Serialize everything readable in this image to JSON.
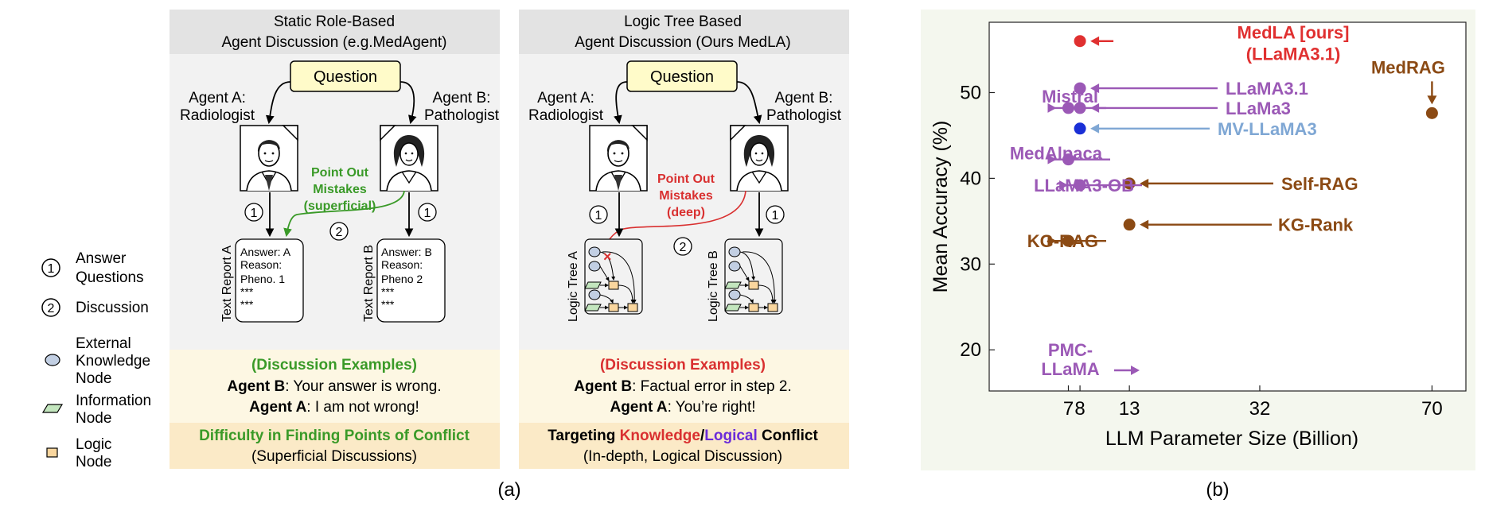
{
  "legend": {
    "answer_num": "1",
    "answer_l1": "Answer",
    "answer_l2": "Questions",
    "discussion_num": "2",
    "discussion_label": "Discussion",
    "ext_l1": "External",
    "ext_l2": "Knowledge",
    "ext_l3": "Node",
    "info_l1": "Information",
    "info_l2": "Node",
    "logic_l1": "Logic",
    "logic_l2": "Node"
  },
  "left_panel": {
    "title_l1": "Static Role-Based",
    "title_l2": "Agent Discussion (e.g.MedAgent)",
    "question": "Question",
    "agent_a_l1": "Agent A:",
    "agent_a_l2": "Radiologist",
    "agent_b_l1": "Agent B:",
    "agent_b_l2": "Pathologist",
    "mistakes_l1": "Point Out",
    "mistakes_l2": "Mistakes",
    "mistakes_l3": "(superficial)",
    "step1": "1",
    "step2": "2",
    "report_a_label": "Text Report A",
    "report_a_lines": [
      "Answer: A",
      "Reason:",
      "Pheno. 1",
      "***",
      "***"
    ],
    "report_b_label": "Text Report B",
    "report_b_lines": [
      "Answer: B",
      "Reason:",
      "Pheno 2",
      "***",
      "***"
    ],
    "examples_title": "(Discussion Examples)",
    "ex1_agent": "Agent B",
    "ex1_text": ": Your answer is wrong.",
    "ex2_agent": "Agent A",
    "ex2_text": ": I am not wrong!",
    "footer_l1": "Difficulty in Finding Points of Conflict",
    "footer_l2": "(Superficial Discussions)"
  },
  "right_panel": {
    "title_l1": "Logic Tree Based",
    "title_l2": "Agent Discussion (Ours MedLA)",
    "question": "Question",
    "agent_a_l1": "Agent A:",
    "agent_a_l2": "Radiologist",
    "agent_b_l1": "Agent B:",
    "agent_b_l2": "Pathologist",
    "mistakes_l1": "Point Out",
    "mistakes_l2": "Mistakes",
    "mistakes_l3": "(deep)",
    "step1": "1",
    "step2": "2",
    "tree_a_label": "Logic Tree A",
    "tree_b_label": "Logic Tree B",
    "examples_title": "(Discussion Examples)",
    "ex1_agent": "Agent B",
    "ex1_text": ": Factual error in step 2.",
    "ex2_agent": "Agent A",
    "ex2_text": ": You’re right!",
    "footer_p1": "Targeting ",
    "footer_p2": "Knowledge",
    "footer_p3": "/",
    "footer_p4": "Logical",
    "footer_p5": " Conflict",
    "footer_l2": "(In-depth, Logical Discussion)"
  },
  "caption_a": "(a)",
  "caption_b": "(b)",
  "chart_data": {
    "type": "scatter",
    "xlabel": "LLM Parameter Size (Billion)",
    "ylabel": "Mean Accuracy (%)",
    "x_ticks": [
      7,
      8,
      13,
      32,
      70
    ],
    "y_ticks": [
      20,
      30,
      40,
      50
    ],
    "grid": false,
    "points": [
      {
        "label": "MedLA [ours]",
        "label2": "(LLaMA3.1)",
        "x": 8,
        "y": 56.0,
        "color": "#e03030",
        "label_color": "#e03030"
      },
      {
        "label": "LLaMA3.1",
        "x": 8,
        "y": 50.5,
        "color": "#9b59b6",
        "label_color": "#9b59b6"
      },
      {
        "label": "LLaMa3",
        "x": 8,
        "y": 48.2,
        "color": "#9b59b6",
        "label_color": "#9b59b6"
      },
      {
        "label": "MV-LLaMA3",
        "x": 8,
        "y": 45.8,
        "color": "#1a2fd6",
        "label_color": "#7fa7d4"
      },
      {
        "label": "LLaMA3-OB",
        "x": 8,
        "y": 39.2,
        "color": "#9b59b6",
        "label_color": "#9b59b6"
      },
      {
        "label": "Mistral",
        "x": 7,
        "y": 48.2,
        "color": "#9b59b6",
        "label_color": "#9b59b6"
      },
      {
        "label": "MedAlpaca",
        "x": 7,
        "y": 42.2,
        "color": "#9b59b6",
        "label_color": "#9b59b6"
      },
      {
        "label": "KG-RAG",
        "x": 7,
        "y": 32.7,
        "color": "#8b4a14",
        "label_color": "#8b4a14"
      },
      {
        "label": "Self-RAG",
        "x": 13,
        "y": 39.4,
        "color": "#8b4a14",
        "label_color": "#8b4a14"
      },
      {
        "label": "KG-Rank",
        "x": 13,
        "y": 34.6,
        "color": "#8b4a14",
        "label_color": "#8b4a14"
      },
      {
        "label": "MedRAG",
        "x": 70,
        "y": 47.6,
        "color": "#8b4a14",
        "label_color": "#8b4a14"
      }
    ],
    "annotation_only": {
      "label": "PMC-",
      "label2": "LLaMA",
      "color": "#9b59b6"
    }
  }
}
